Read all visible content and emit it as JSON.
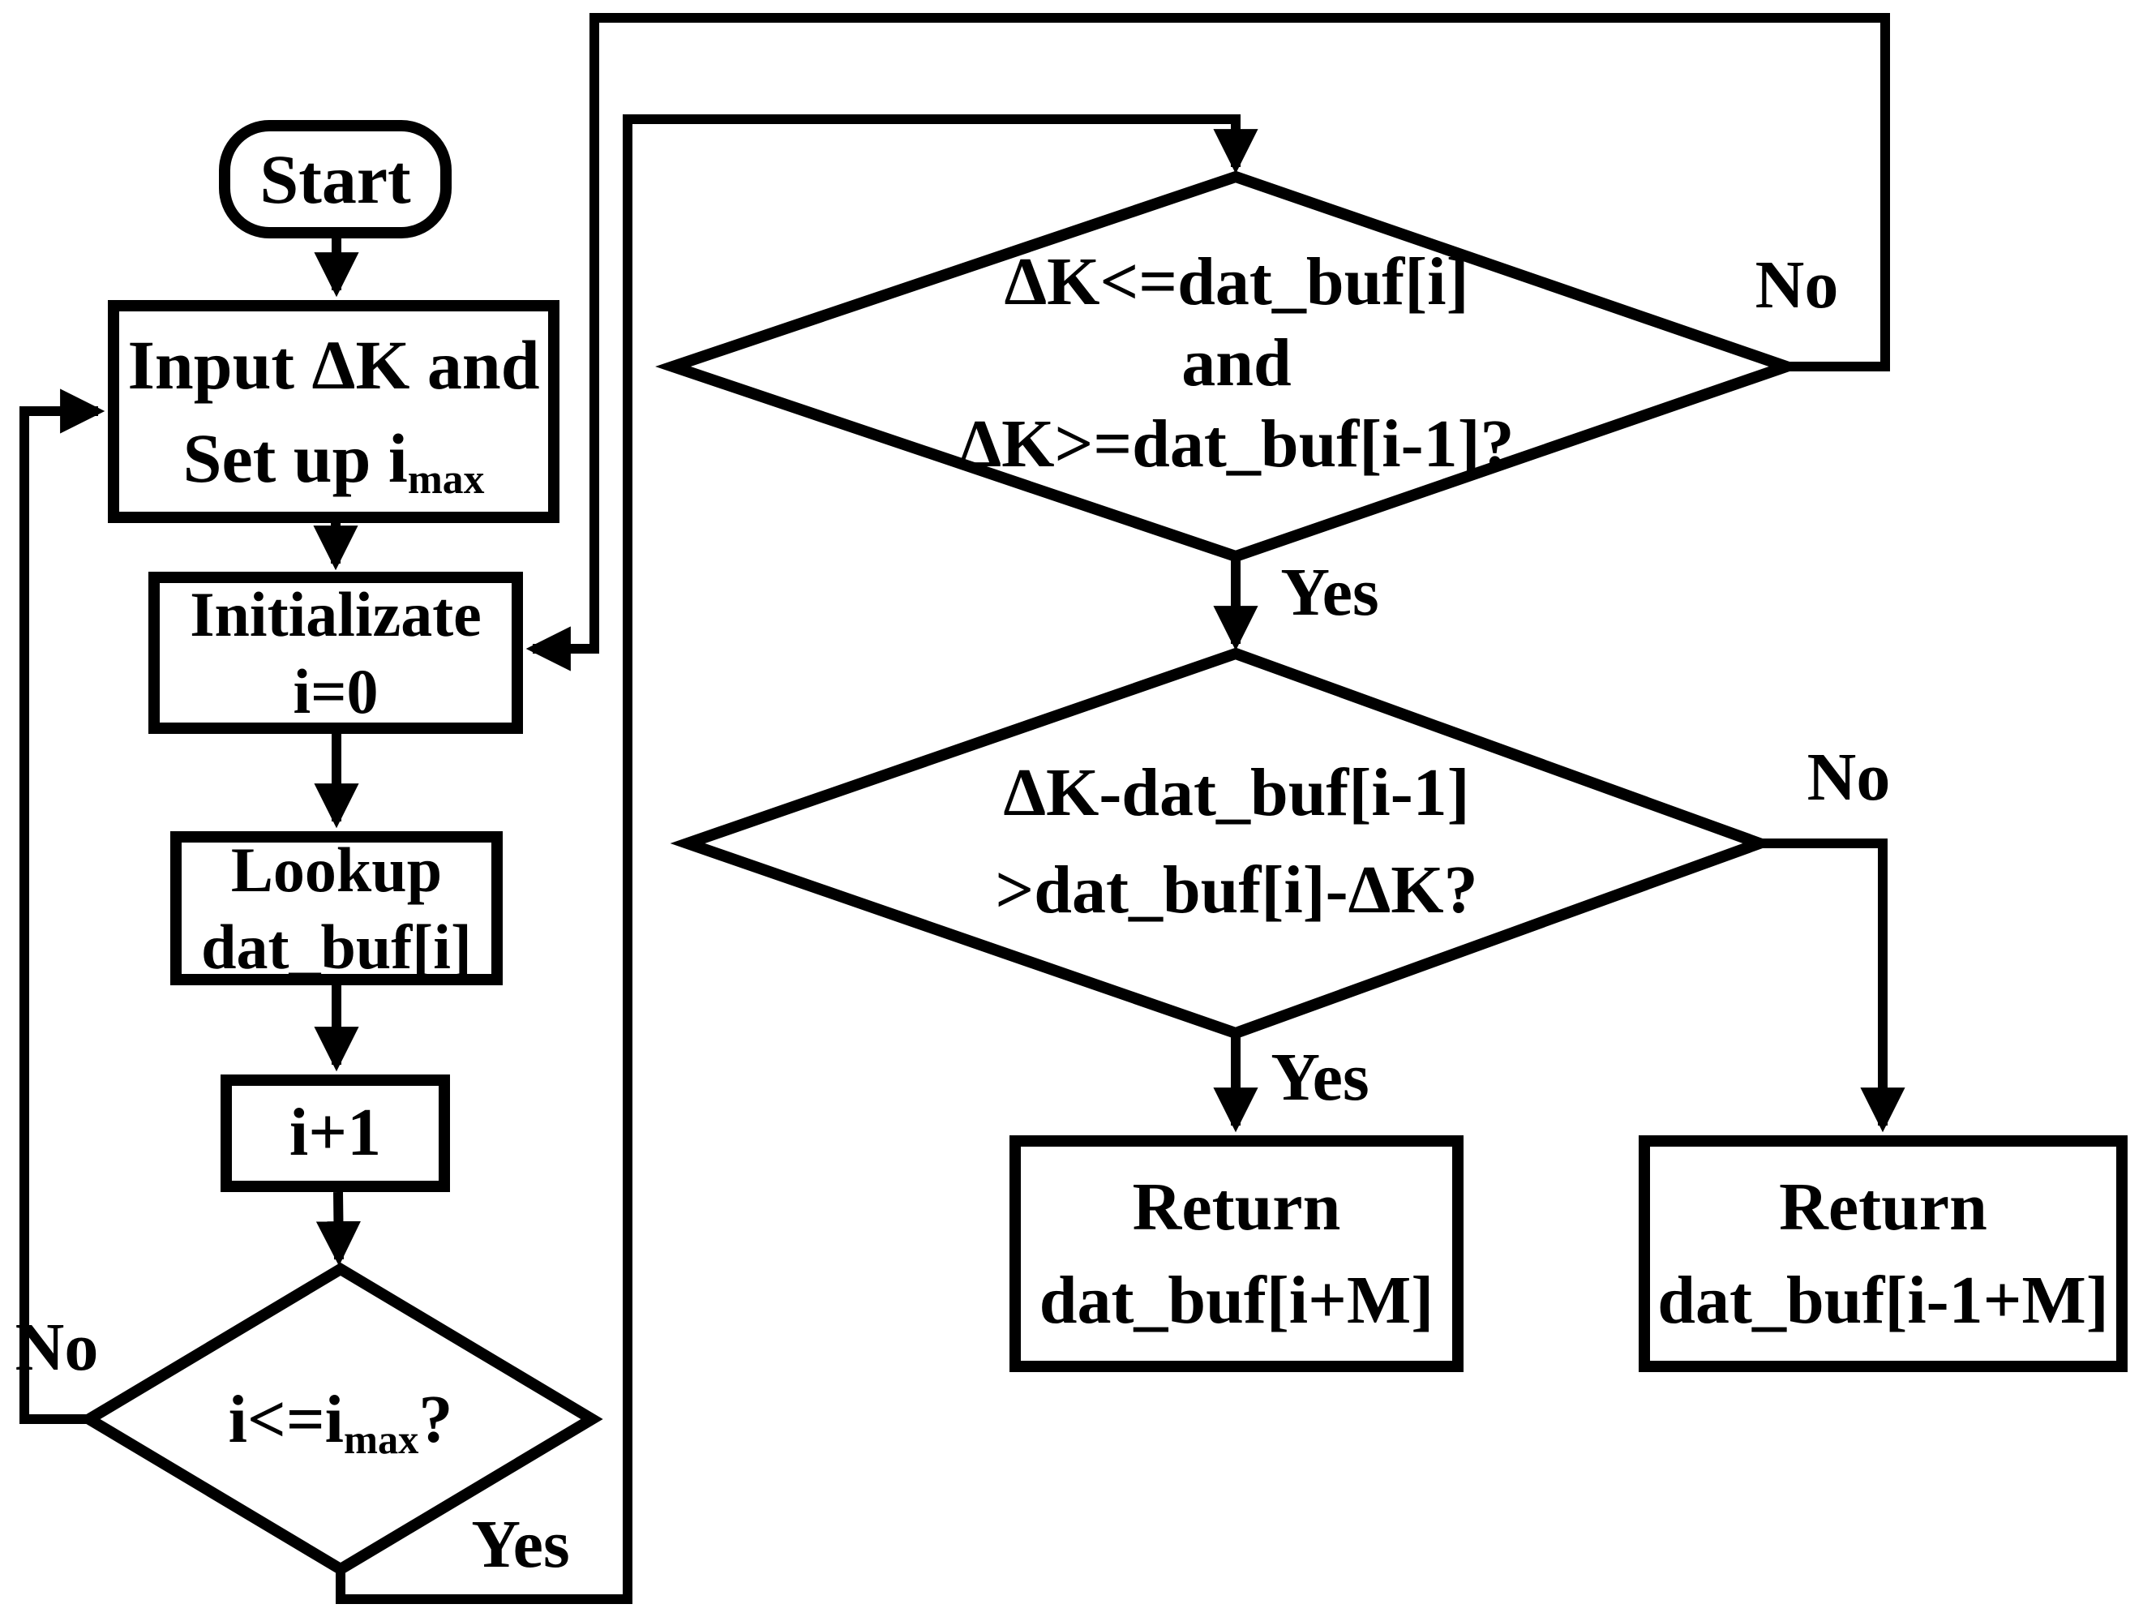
{
  "nodes": {
    "start": {
      "label": "Start"
    },
    "input": {
      "line1": "Input ΔK and",
      "line2_main": "Set up i",
      "line2_sub": "max"
    },
    "initialize": {
      "line1": "Initializate",
      "line2": "i=0"
    },
    "lookup": {
      "line1": "Lookup",
      "line2": "dat_buf[i]"
    },
    "increment": {
      "label": "i+1"
    },
    "decision_index": {
      "main": "i<=i",
      "sub": "max",
      "suffix": "?"
    },
    "decision_range": {
      "line1": "ΔK<=dat_buf[i]",
      "line2": "and",
      "line3": "ΔK>=dat_buf[i-1]?"
    },
    "decision_distance": {
      "line1": "ΔK-dat_buf[i-1]",
      "line2": ">dat_buf[i]-ΔK?"
    },
    "return_i_plus_m": {
      "line1": "Return",
      "line2": "dat_buf[i+M]"
    },
    "return_i_minus_1_plus_m": {
      "line1": "Return",
      "line2": "dat_buf[i-1+M]"
    }
  },
  "edge_labels": {
    "index_no": "No",
    "index_yes": "Yes",
    "range_no": "No",
    "range_yes": "Yes",
    "distance_no": "No",
    "distance_yes": "Yes"
  },
  "colors": {
    "stroke": "#000000",
    "background": "#ffffff",
    "text": "#000000"
  }
}
